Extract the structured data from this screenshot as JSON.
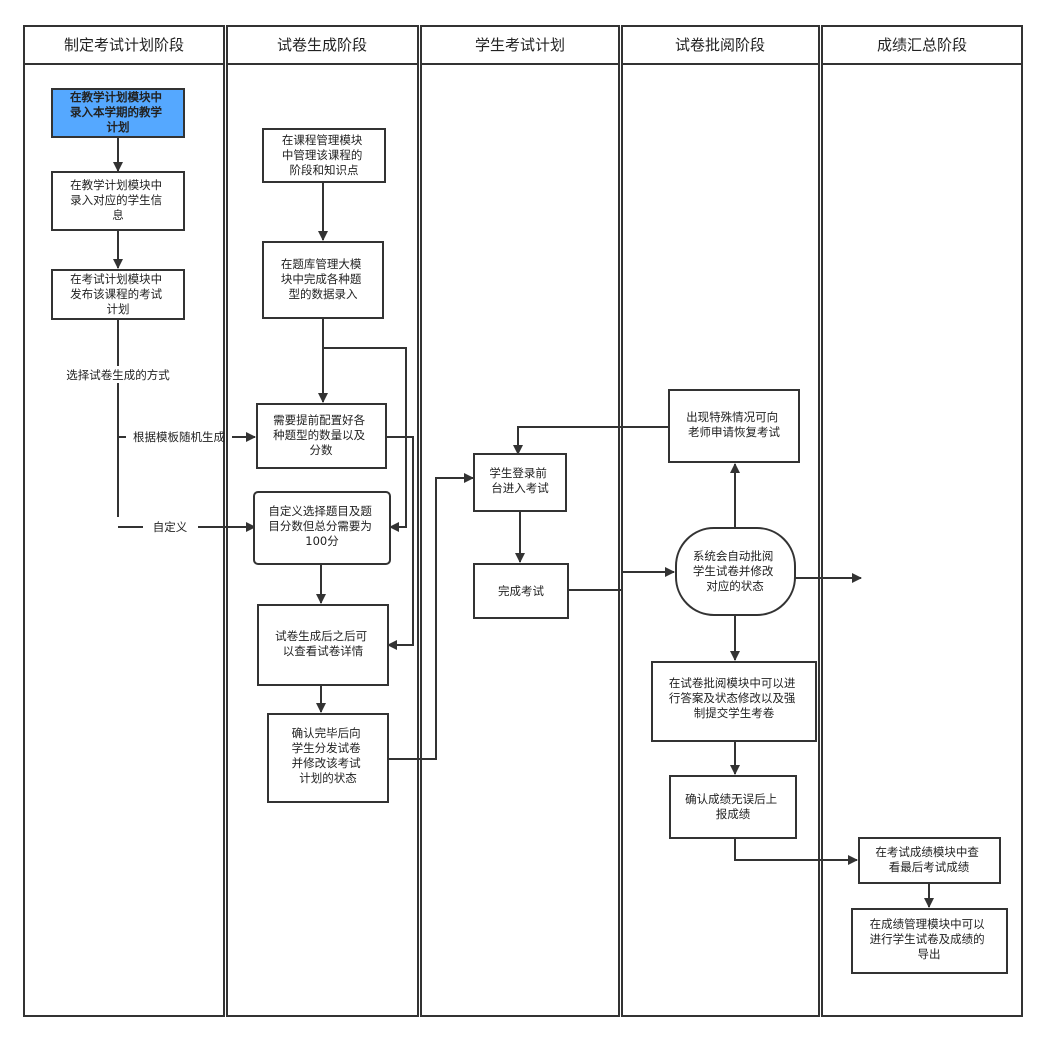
{
  "lanes": [
    {
      "title": "制定考试计划阶段"
    },
    {
      "title": "试卷生成阶段"
    },
    {
      "title": "学生考试计划"
    },
    {
      "title": "试卷批阅阶段"
    },
    {
      "title": "成绩汇总阶段"
    }
  ],
  "nodes": {
    "n1": {
      "lines": [
        "在教学计划模块中",
        "录入本学期的教学",
        "计划"
      ]
    },
    "n2": {
      "lines": [
        "在教学计划模块中",
        "录入对应的学生信",
        "息"
      ]
    },
    "n3": {
      "lines": [
        "在考试计划模块中",
        "发布该课程的考试",
        "计划"
      ]
    },
    "n4": {
      "lines": [
        "在课程管理模块",
        "中管理该课程的",
        "阶段和知识点"
      ]
    },
    "n5": {
      "lines": [
        "在题库管理大模",
        "块中完成各种题",
        "型的数据录入"
      ]
    },
    "n6": {
      "lines": [
        "需要提前配置好各",
        "种题型的数量以及",
        "分数"
      ]
    },
    "n7": {
      "lines": [
        "自定义选择题目及题",
        "目分数但总分需要为",
        "100分"
      ]
    },
    "n8": {
      "lines": [
        "试卷生成后之后可",
        "以查看试卷详情"
      ]
    },
    "n9": {
      "lines": [
        "确认完毕后向",
        "学生分发试卷",
        "并修改该考试",
        "计划的状态"
      ]
    },
    "n10": {
      "lines": [
        "学生登录前",
        "台进入考试"
      ]
    },
    "n11": {
      "lines": [
        "完成考试"
      ]
    },
    "n12": {
      "lines": [
        "系统会自动批阅",
        "学生试卷并修改",
        "对应的状态"
      ]
    },
    "n13": {
      "lines": [
        "出现特殊情况可向",
        "老师申请恢复考试"
      ]
    },
    "n14": {
      "lines": [
        "在试卷批阅模块中可以进",
        "行答案及状态修改以及强",
        "制提交学生考卷"
      ]
    },
    "n15": {
      "lines": [
        "确认成绩无误后上",
        "报成绩"
      ]
    },
    "n16": {
      "lines": [
        "在考试成绩模块中查",
        "看最后考试成绩"
      ]
    },
    "n17": {
      "lines": [
        "在成绩管理模块中可以",
        "进行学生试卷及成绩的",
        "导出"
      ]
    }
  },
  "edge_labels": {
    "choose": "选择试卷生成的方式",
    "template": "根据模板随机生成",
    "custom": "自定义"
  },
  "colors": {
    "stroke": "#333333",
    "highlight_fill": "#55a8ff",
    "text": "#222222"
  }
}
